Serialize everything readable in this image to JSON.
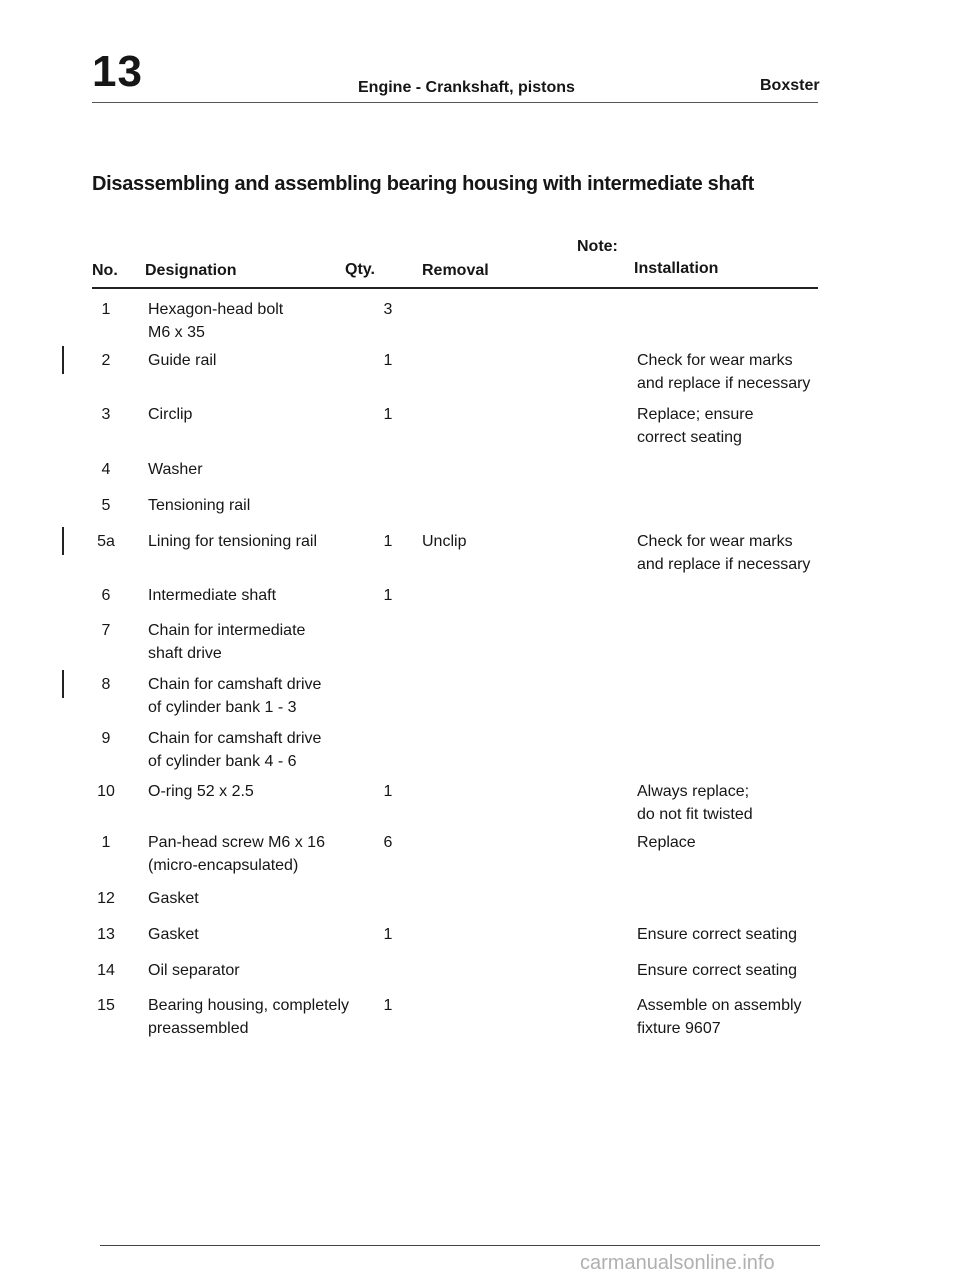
{
  "header": {
    "chapter": "13",
    "title": "Engine - Crankshaft, pistons",
    "model": "Boxster"
  },
  "heading": "Disassembling and assembling bearing housing with intermediate shaft",
  "columns": {
    "no": "No.",
    "designation": "Designation",
    "qty": "Qty.",
    "removal": "Removal",
    "note": "Note:",
    "installation": "Installation"
  },
  "rows": [
    {
      "no": "1",
      "designation": [
        "Hexagon-head bolt",
        "M6 x 35"
      ],
      "qty": "3",
      "removal": "",
      "installation": []
    },
    {
      "no": "2",
      "designation": [
        "Guide rail"
      ],
      "qty": "1",
      "removal": "",
      "installation": [
        "Check for wear marks",
        "and replace if necessary"
      ]
    },
    {
      "no": "3",
      "designation": [
        "Circlip"
      ],
      "qty": "1",
      "removal": "",
      "installation": [
        "Replace; ensure",
        "correct seating"
      ]
    },
    {
      "no": "4",
      "designation": [
        "Washer"
      ],
      "qty": "",
      "removal": "",
      "installation": []
    },
    {
      "no": "5",
      "designation": [
        "Tensioning rail"
      ],
      "qty": "",
      "removal": "",
      "installation": []
    },
    {
      "no": "5a",
      "designation": [
        "Lining for tensioning rail"
      ],
      "qty": "1",
      "removal": "Unclip",
      "installation": [
        "Check for wear marks",
        "and replace if necessary"
      ]
    },
    {
      "no": "6",
      "designation": [
        "Intermediate shaft"
      ],
      "qty": "1",
      "removal": "",
      "installation": []
    },
    {
      "no": "7",
      "designation": [
        "Chain for intermediate",
        "shaft drive"
      ],
      "qty": "",
      "removal": "",
      "installation": []
    },
    {
      "no": "8",
      "designation": [
        "Chain for camshaft drive",
        "of cylinder bank 1 - 3"
      ],
      "qty": "",
      "removal": "",
      "installation": []
    },
    {
      "no": "9",
      "designation": [
        "Chain for camshaft drive",
        "of cylinder bank 4 - 6"
      ],
      "qty": "",
      "removal": "",
      "installation": []
    },
    {
      "no": "10",
      "designation": [
        "O-ring 52 x 2.5"
      ],
      "qty": "1",
      "removal": "",
      "installation": [
        "Always replace;",
        "do not fit twisted"
      ]
    },
    {
      "no": "1",
      "designation": [
        "Pan-head screw M6 x 16",
        "(micro-encapsulated)"
      ],
      "qty": "6",
      "removal": "",
      "installation": [
        "Replace"
      ]
    },
    {
      "no": "12",
      "designation": [
        "Gasket"
      ],
      "qty": "",
      "removal": "",
      "installation": []
    },
    {
      "no": "13",
      "designation": [
        "Gasket"
      ],
      "qty": "1",
      "removal": "",
      "installation": [
        "Ensure correct seating"
      ]
    },
    {
      "no": "14",
      "designation": [
        "Oil separator"
      ],
      "qty": "",
      "removal": "",
      "installation": [
        "Ensure correct seating"
      ]
    },
    {
      "no": "15",
      "designation": [
        "Bearing housing, completely",
        "preassembled"
      ],
      "qty": "1",
      "removal": "",
      "installation": [
        "Assemble on assembly",
        "fixture 9607"
      ]
    }
  ],
  "watermark": "carmanualsonline.info"
}
